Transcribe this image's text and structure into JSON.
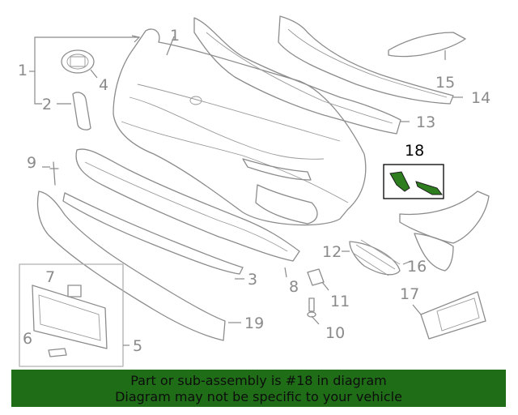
{
  "callouts": {
    "c1_left": "1",
    "c1_top": "1",
    "c2": "2",
    "c3": "3",
    "c4": "4",
    "c5": "5",
    "c6": "6",
    "c7": "7",
    "c8": "8",
    "c9": "9",
    "c10": "10",
    "c11": "11",
    "c12": "12",
    "c13": "13",
    "c14": "14",
    "c15": "15",
    "c16": "16",
    "c17": "17",
    "c18": "18",
    "c19": "19"
  },
  "highlight": {
    "color": "#2e7d1f",
    "part": "18"
  },
  "banner": {
    "background": "#1f6e17",
    "line1": "Part or sub-assembly is #18 in diagram",
    "line2": "Diagram may not be specific to your vehicle"
  }
}
